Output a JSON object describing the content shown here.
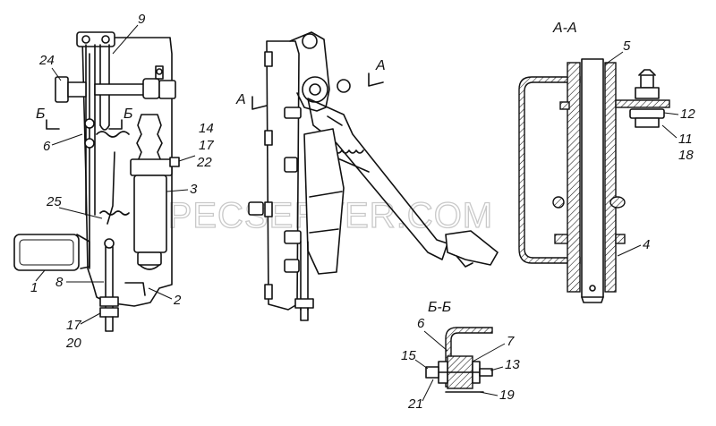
{
  "watermark": "SPECSERVER.COM",
  "sections": {
    "aa_title": "А-А",
    "bb_title": "Б-Б"
  },
  "cut_marks": {
    "a_left": "А",
    "a_right": "А",
    "b_left": "Б",
    "b_right": "Б"
  },
  "view1_labels": {
    "n9": "9",
    "n24": "24",
    "n6": "6",
    "n14": "14",
    "n17": "17",
    "n22": "22",
    "n3": "3",
    "n25": "25",
    "n1": "1",
    "n8": "8",
    "n2": "2",
    "n17b": "17",
    "n20": "20"
  },
  "aa_labels": {
    "n5": "5",
    "n12": "12",
    "n11": "11",
    "n18": "18",
    "n4": "4"
  },
  "bb_labels": {
    "n6": "6",
    "n7": "7",
    "n15": "15",
    "n13": "13",
    "n21": "21",
    "n19": "19"
  },
  "colors": {
    "ink": "#111111",
    "watermark": "#c9c9c9",
    "paper": "#ffffff"
  }
}
